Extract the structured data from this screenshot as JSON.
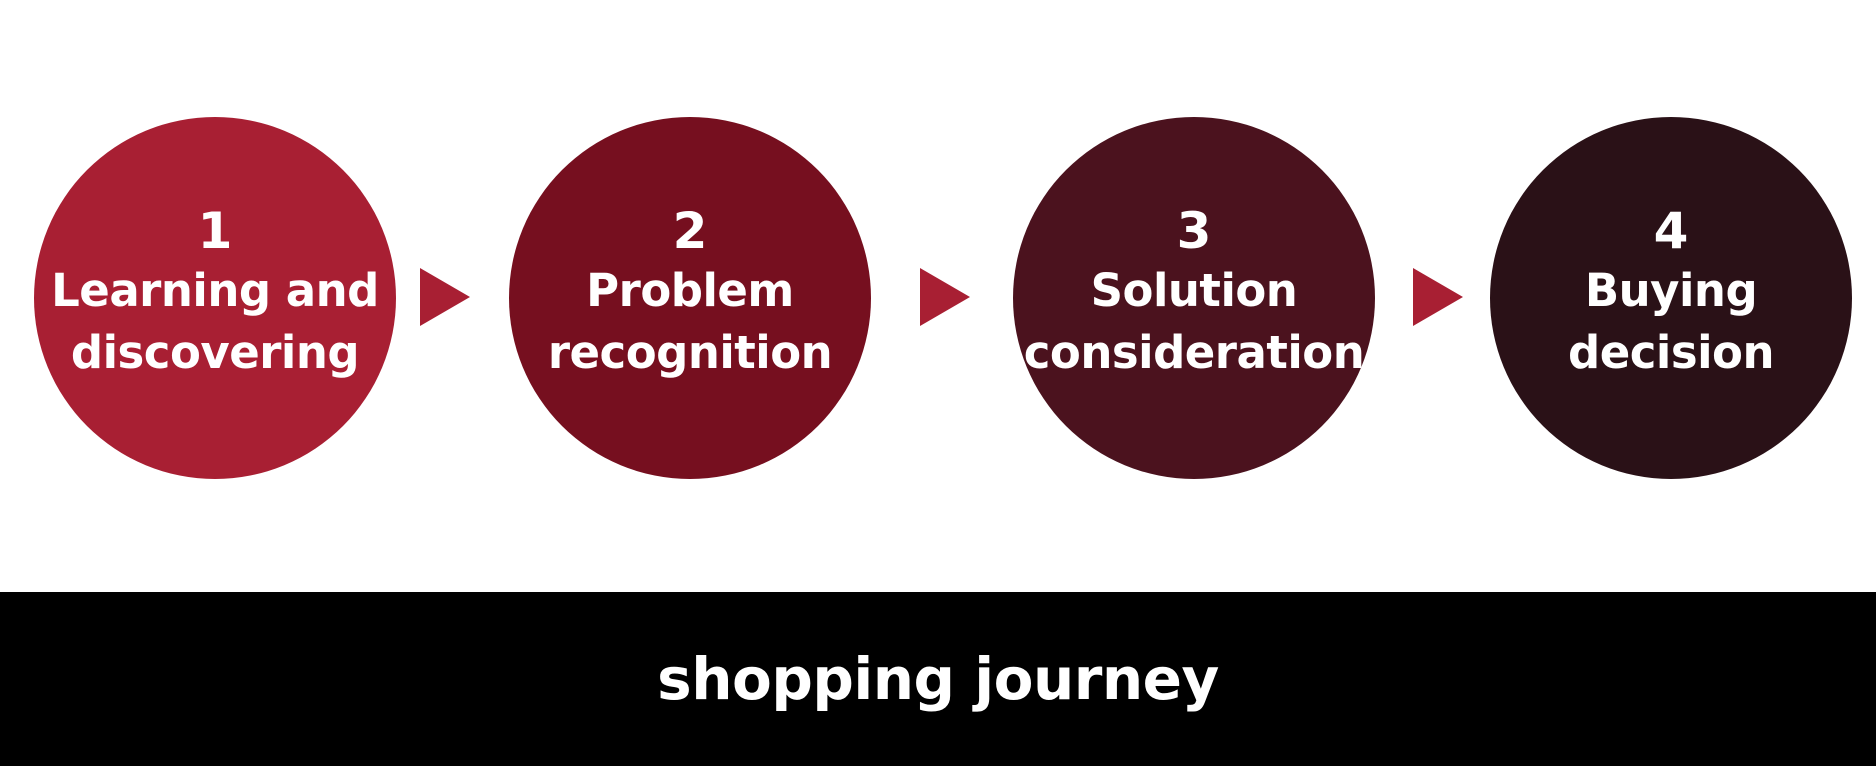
{
  "steps": [
    {
      "number": "1",
      "label": "Learning and\ndiscovering",
      "color": "#a81f33"
    },
    {
      "number": "2",
      "label": "Problem\nrecognition",
      "color": "#760f1f"
    },
    {
      "number": "3",
      "label": "Solution\nconsideration",
      "color": "#4b121e"
    },
    {
      "number": "4",
      "label": "Buying\ndecision",
      "color": "#2a1117"
    }
  ],
  "arrow_color": "#a81f33",
  "footer": {
    "title": "shopping journey",
    "background": "#000000"
  }
}
